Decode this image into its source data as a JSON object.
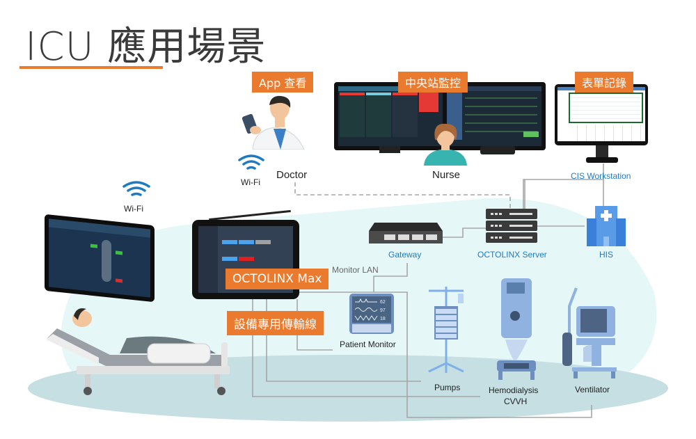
{
  "title": "ICU 應用場景",
  "colors": {
    "accent": "#e97a2e",
    "link_blue": "#1e7bc2",
    "bg_light": "#e6f7f8",
    "bg_floor": "#c5dfe2",
    "line": "#a6a6a6"
  },
  "tags": {
    "app": "App 查看",
    "central": "中央站監控",
    "forms": "表單記錄",
    "max": "OCTOLINX Max",
    "cable": "設備專用傳輸線"
  },
  "labels": {
    "doctor": "Doctor",
    "nurse": "Nurse",
    "wifi_doctor": "Wi-Fi",
    "wifi_tablet": "Wi-Fi",
    "cis": "CIS Workstation",
    "gateway": "Gateway",
    "server": "OCTOLINX Server",
    "his": "HIS",
    "monitor_lan": "Monitor LAN",
    "patient_monitor": "Patient Monitor",
    "pumps": "Pumps",
    "hemodialysis": "Hemodialysis",
    "cvvh": "CVVH",
    "ventilator": "Ventilator"
  },
  "patient_monitor_values": [
    "62",
    "97",
    "18"
  ],
  "icons": {
    "wifi": "wifi-icon",
    "doctor": "doctor-icon",
    "nurse": "nurse-icon",
    "server": "server-icon",
    "gateway": "network-switch-icon",
    "hospital": "hospital-icon",
    "bed": "patient-bed-icon",
    "pump": "infusion-pump-icon",
    "dialysis": "hemodialysis-machine-icon",
    "ventilator": "ventilator-icon"
  }
}
